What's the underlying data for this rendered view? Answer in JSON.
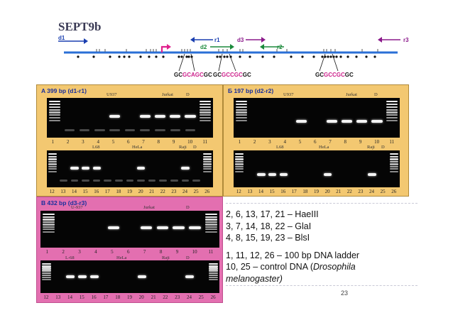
{
  "title": "SEPT9b",
  "map": {
    "primers": [
      {
        "label": "d1",
        "color": "#1a3fb0",
        "dir": "right"
      },
      {
        "label": "r1",
        "color": "#1a3fb0",
        "dir": "left"
      },
      {
        "label": "d2",
        "color": "#1b8a3b",
        "dir": "right"
      },
      {
        "label": "d3",
        "color": "#8b1a8b",
        "dir": "right"
      },
      {
        "label": "r2",
        "color": "#1b8a3b",
        "dir": "left"
      },
      {
        "label": "r3",
        "color": "#8b1a8b",
        "dir": "left"
      }
    ],
    "sites": [
      {
        "pre": "GC",
        "mid": "GCAGC",
        "post": "GC"
      },
      {
        "pre": "GC",
        "mid": "GCCGC",
        "post": "GC"
      },
      {
        "pre": "GC",
        "mid": "GCCGC",
        "post": "GC"
      }
    ]
  },
  "panels": {
    "a": {
      "label": "A   399 bp  (d1-r1)",
      "cells_top": [
        "U937",
        "Jurkat",
        "D"
      ],
      "cells_bottom": [
        "L68",
        "HeLa",
        "Raji",
        "D"
      ]
    },
    "b": {
      "label": "Б   197 bp  (d2-r2)",
      "cells_top": [
        "U937",
        "Jurkat",
        "D"
      ],
      "cells_bottom": [
        "L68",
        "HeLa",
        "Raji",
        "D"
      ]
    },
    "c": {
      "label": "B     432 bp  (d3-r3)",
      "cells_top": [
        "U-937",
        "Jurkat",
        "D"
      ],
      "cells_bottom": [
        "L-68",
        "HeLa",
        "Raji",
        "D"
      ]
    }
  },
  "lanes_top": [
    "1",
    "2",
    "3",
    "4",
    "5",
    "6",
    "7",
    "8",
    "9",
    "10",
    "11"
  ],
  "lanes_bottom": [
    "12",
    "13",
    "14",
    "15",
    "16",
    "17",
    "18",
    "19",
    "20",
    "21",
    "22",
    "23",
    "24",
    "25",
    "26"
  ],
  "gels": {
    "a_top": {
      "ladder": [
        1,
        11
      ],
      "bands": [
        5,
        7,
        8,
        9,
        10
      ],
      "smear": [
        2,
        3,
        4,
        5,
        6,
        7,
        8,
        9,
        10
      ]
    },
    "a_bottom": {
      "ladder": [
        12,
        26
      ],
      "bands": [
        14,
        15,
        16,
        20,
        24
      ],
      "smear": [
        13,
        14,
        15,
        16,
        17,
        18,
        19,
        20,
        21,
        22,
        23,
        24,
        25
      ]
    },
    "b_top": {
      "ladder": [
        1,
        11
      ],
      "bands": [
        5,
        7,
        8,
        9,
        10
      ],
      "smear": []
    },
    "b_bottom": {
      "ladder": [
        12,
        26
      ],
      "bands": [
        14,
        15,
        16,
        20,
        24
      ],
      "smear": []
    },
    "c_top": {
      "ladder": [
        1,
        11
      ],
      "bands": [
        5,
        7,
        8,
        9,
        10
      ],
      "smear": []
    },
    "c_bottom": {
      "ladder": [
        12,
        26
      ],
      "bands": [
        14,
        15,
        16,
        20,
        24
      ],
      "smear": []
    }
  },
  "legend": [
    "2, 6, 13, 17, 21 – HaeIII",
    "3, 7, 14, 18, 22 – GlaI",
    "4, 8, 15, 19, 23 – BlsI",
    "",
    "1, 11, 12, 26 – 100 bp DNA ladder",
    "10, 25 – control DNA (Drosophila",
    "melanogaster)"
  ],
  "page_number": "23"
}
